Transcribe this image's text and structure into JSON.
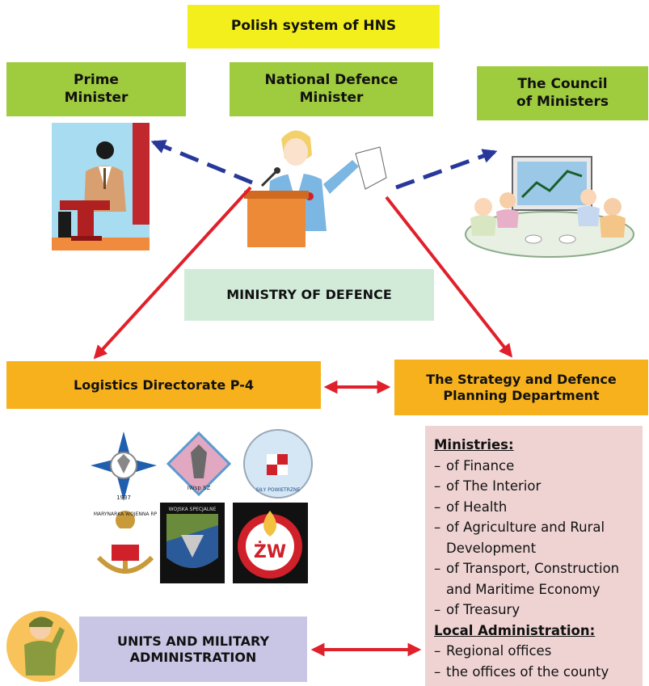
{
  "title": "Polish system of HNS",
  "nodes": {
    "prime_minister": "Prime\nMinister",
    "national_defence_minister": "National Defence\nMinister",
    "council_of_ministers": "The Council\nof Ministers",
    "ministry_of_defence": "MINISTRY OF DEFENCE",
    "logistics_directorate": "Logistics Directorate P-4",
    "strategy_department": "The Strategy and Defence\nPlanning Department",
    "units_admin": "UNITS AND MILITARY\nADMINISTRATION"
  },
  "ministries_panel": {
    "ministries_heading": "Ministries:",
    "ministries": [
      "of Finance",
      "of The Interior",
      "of Health",
      "of Agriculture and Rural Development",
      "of Transport, Construction and Maritime Economy",
      "of Treasury"
    ],
    "local_heading": "Local Administration:",
    "local": [
      "Regional offices",
      "the offices of the county"
    ]
  },
  "emblems": {
    "emblem_1": "1937",
    "emblem_2": "IWsp SZ",
    "emblem_3": "SIŁY POWIETRZNE",
    "emblem_4": "MARYNARKA WOJENNA RP",
    "emblem_5": "WOJSKA SPECJALNE",
    "emblem_6": "ŻW"
  },
  "colors": {
    "arrow_red": "#e0202a",
    "arrow_blue": "#28389a",
    "title_yellow": "#f2ef1c",
    "leader_green": "#9fcb3f",
    "mod_mint": "#d2ebd9",
    "dept_orange": "#f6b11d",
    "units_lavender": "#c9c5e5",
    "ministries_pink": "#efd3d3"
  }
}
